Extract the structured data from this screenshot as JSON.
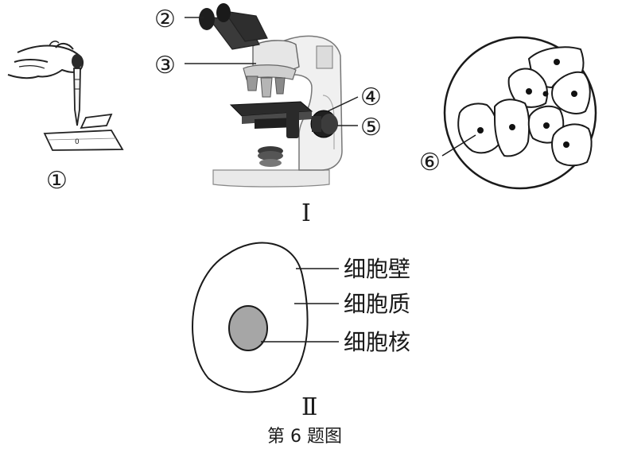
{
  "panel_I": {
    "step_number": "①",
    "microscope_labels": [
      "②",
      "③",
      "④",
      "⑤"
    ],
    "view_label": "⑥",
    "slide_mark": "0",
    "roman_label": "Ⅰ"
  },
  "panel_II": {
    "labels": [
      "细胞壁",
      "细胞质",
      "细胞核"
    ],
    "roman_label": "Ⅱ"
  },
  "caption": "第 6 题图"
}
